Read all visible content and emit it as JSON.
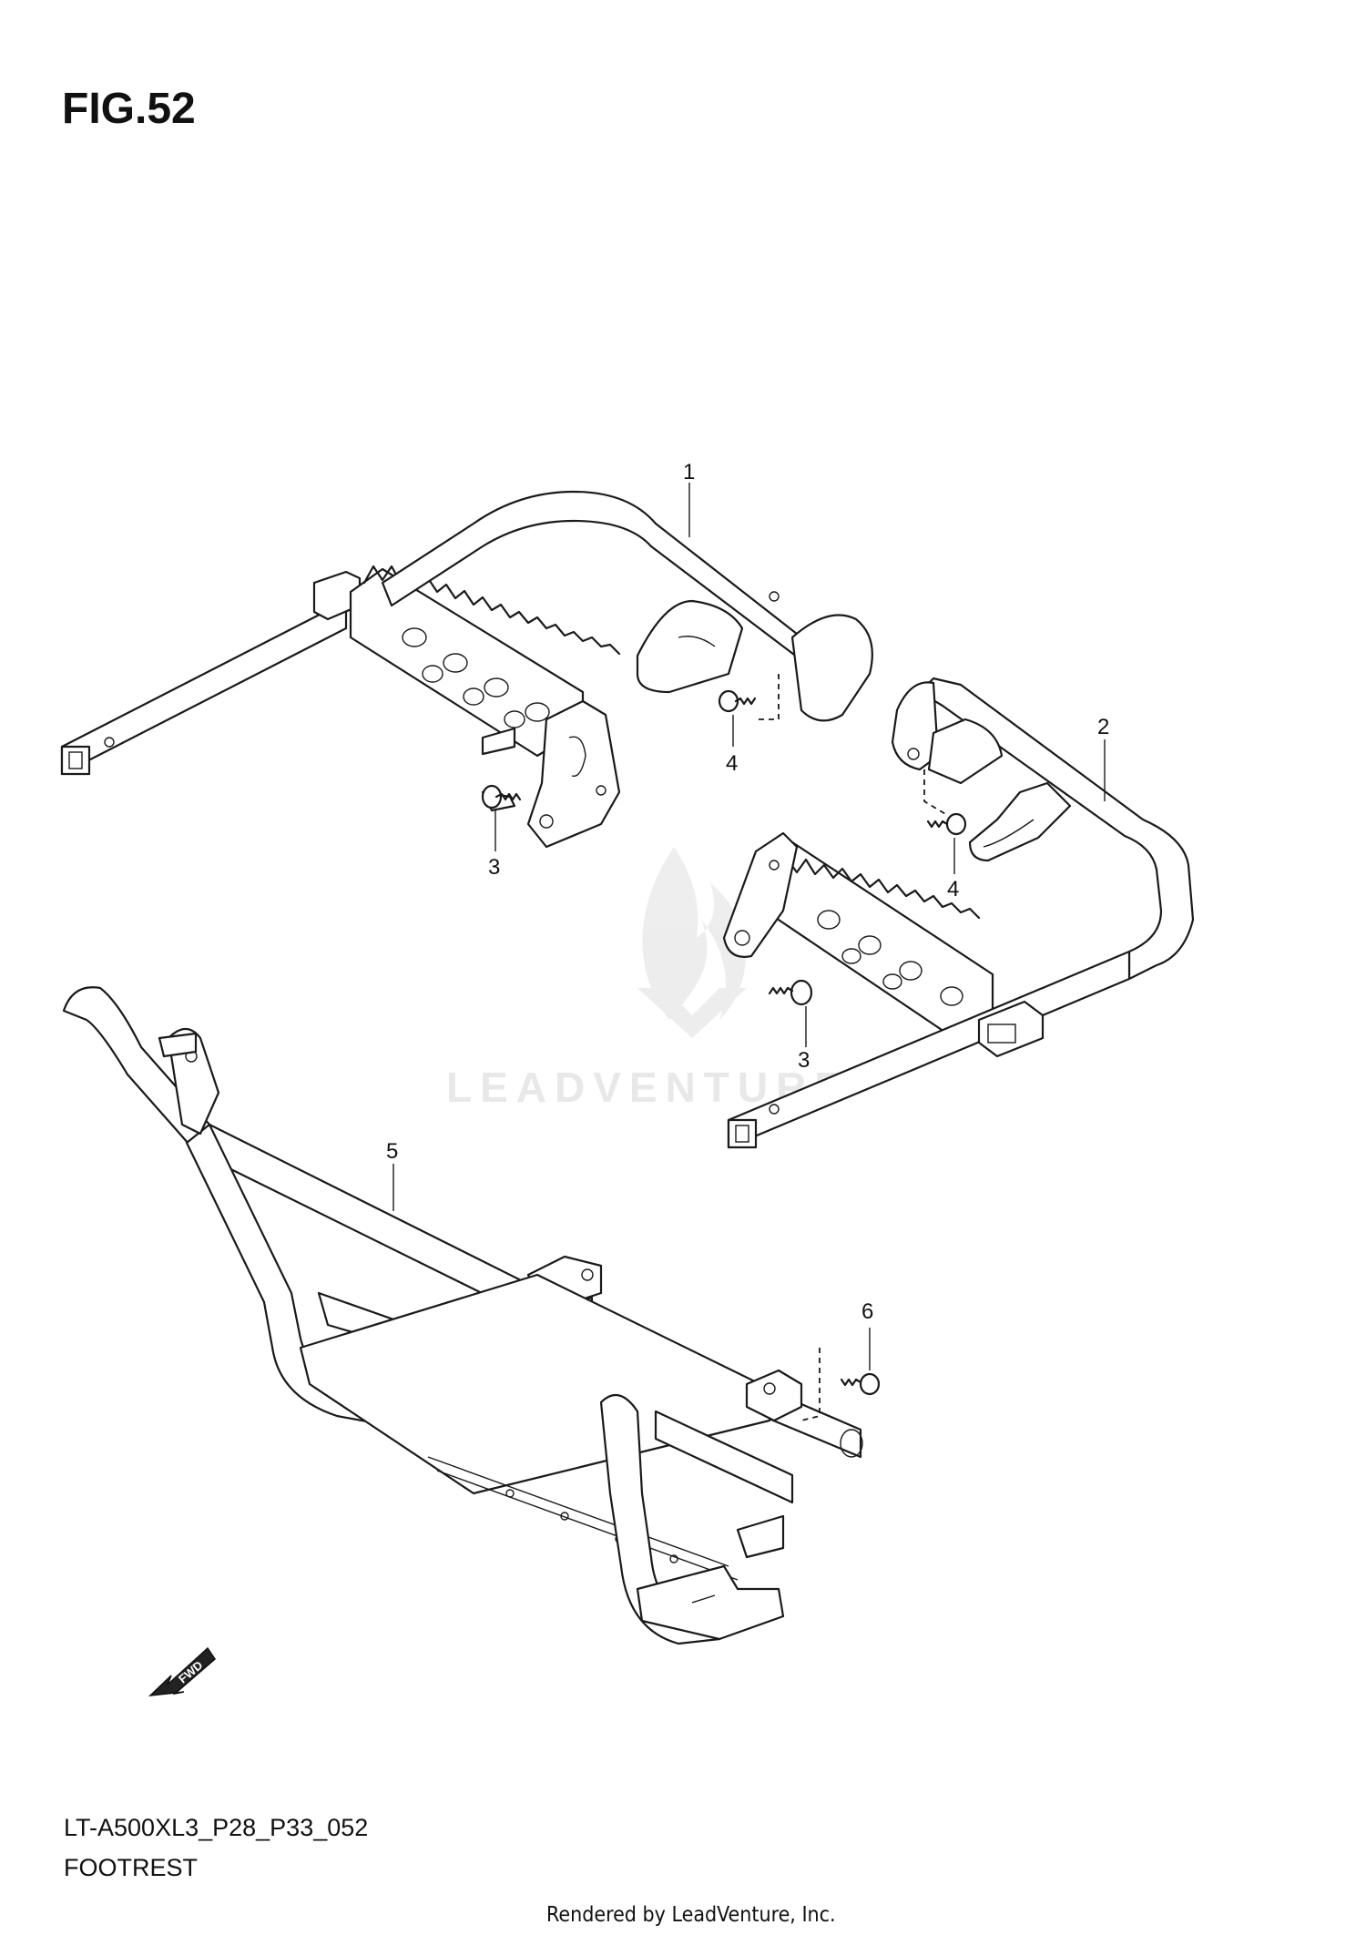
{
  "figure": {
    "title": "FIG.52",
    "model_code": "LT-A500XL3_P28_P33_052",
    "caption": "FOOTREST",
    "rendered_by": "Rendered by LeadVenture, Inc.",
    "watermark": "LEADVENTURE",
    "fwd_label": "FWD"
  },
  "callouts": [
    {
      "id": "1",
      "label": "1"
    },
    {
      "id": "2",
      "label": "2"
    },
    {
      "id": "3a",
      "label": "3"
    },
    {
      "id": "3b",
      "label": "3"
    },
    {
      "id": "4a",
      "label": "4"
    },
    {
      "id": "4b",
      "label": "4"
    },
    {
      "id": "5",
      "label": "5"
    },
    {
      "id": "6",
      "label": "6"
    }
  ]
}
